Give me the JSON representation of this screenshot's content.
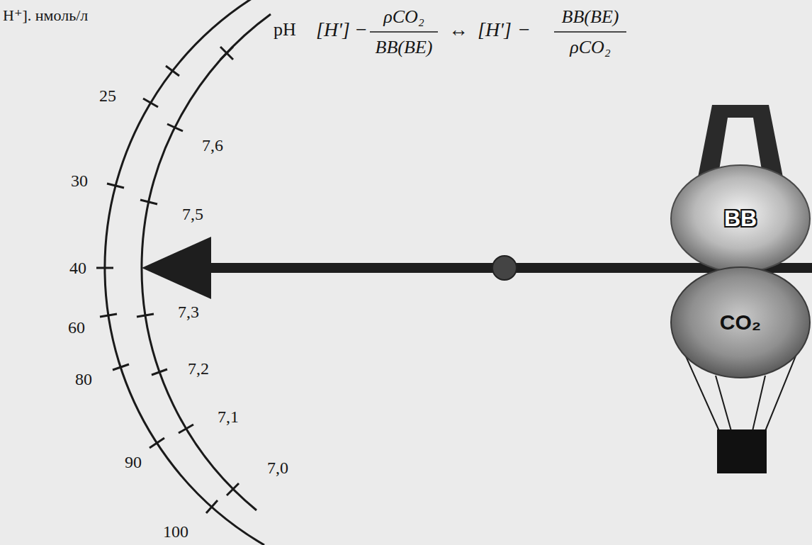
{
  "diagram": {
    "nodes": [
      {
        "text": [
          "BB"
        ]
      },
      {
        "text": [
          "CO₂"
        ]
      }
    ],
    "labels": [
      "H⁺]. нмоль/л",
      "pH",
      "[H']",
      "−",
      "ρCO₂",
      "BB(BE)",
      "↔",
      "[H']",
      "−",
      "BB(BE)",
      "ρCO₂",
      "25",
      "30",
      "40",
      "60",
      "80",
      "90",
      "100",
      "7,6",
      "7,5",
      "7,3",
      "7,2",
      "7,1",
      "7,0"
    ]
  }
}
